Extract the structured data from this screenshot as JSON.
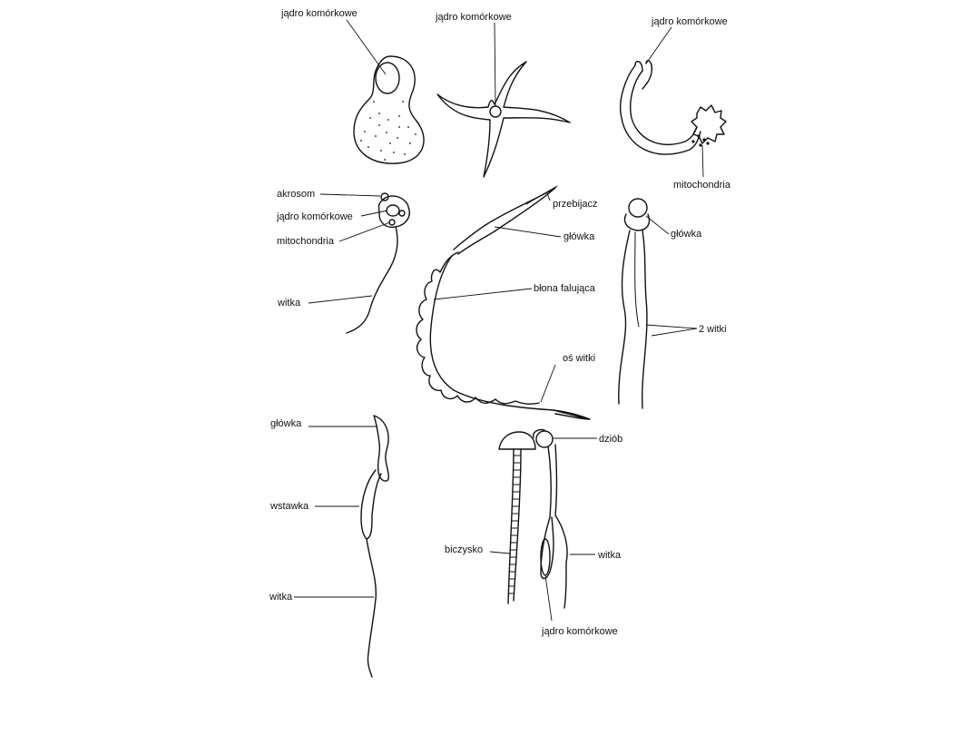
{
  "labels": {
    "cell1_nucleus": "jądro komórkowe",
    "cell2_nucleus": "jądro komórkowe",
    "cell3_nucleus": "jądro komórkowe",
    "cell3_mitochondria": "mitochondria",
    "cell4_acrosome": "akrosom",
    "cell4_nucleus": "jądro komórkowe",
    "cell4_mitochondria": "mitochondria",
    "cell4_flagellum": "witka",
    "cell5_perforator": "przebijacz",
    "cell5_head": "główka",
    "cell5_undulating_membrane": "błona falująca",
    "cell5_flagellum_axis": "oś witki",
    "cell6_two_flagella": "2 witki",
    "cell7_head": "główka",
    "cell7_midpiece": "wstawka",
    "cell7_flagellum": "witka",
    "cell8_beak": "dziób",
    "cell8_rod": "biczysko",
    "cell8_flagellum": "witka",
    "cell8_nucleus": "jądro komórkowe"
  }
}
